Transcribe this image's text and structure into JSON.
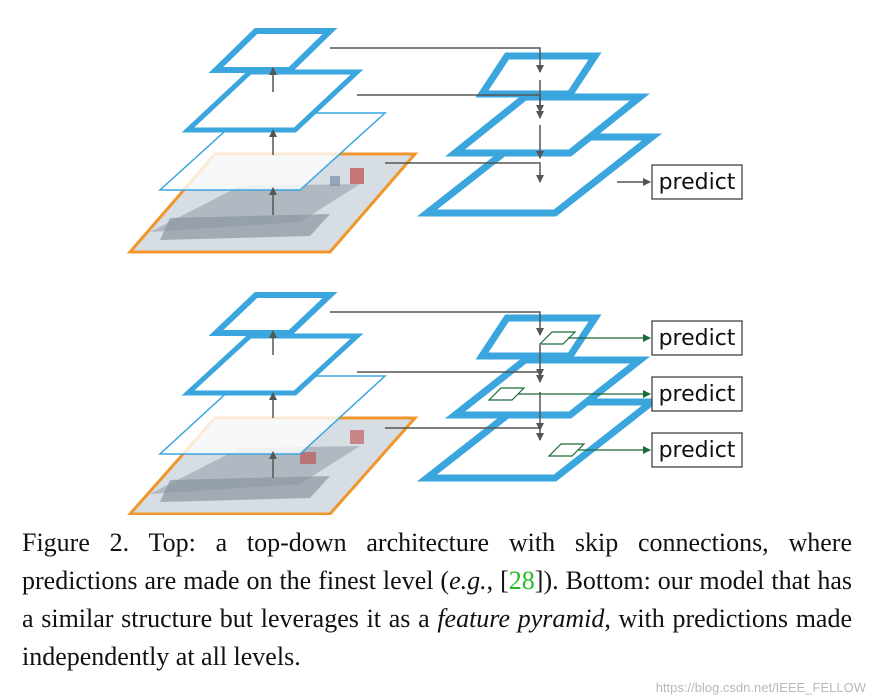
{
  "top_diagram": {
    "predict_label": "predict"
  },
  "bottom_diagram": {
    "predict_labels": [
      "predict",
      "predict",
      "predict"
    ]
  },
  "caption": {
    "lead": "Figure 2. Top: a top-down architecture with skip connections, where predictions are made on the finest level (",
    "eg": "e.g.",
    "comma": ", [",
    "ref": "28",
    "mid": "]). Bottom: our model that has a similar structure but leverages it as a ",
    "feature": "feature pyramid",
    "tail": ", with predictions made independently at all levels."
  },
  "watermark": "https://blog.csdn.net/IEEE_FELLOW",
  "colors": {
    "feature_map": "#3aa6dd",
    "image": "#f0962a",
    "arrow": "#555555",
    "predict_arrow": "#1e6b3a"
  }
}
